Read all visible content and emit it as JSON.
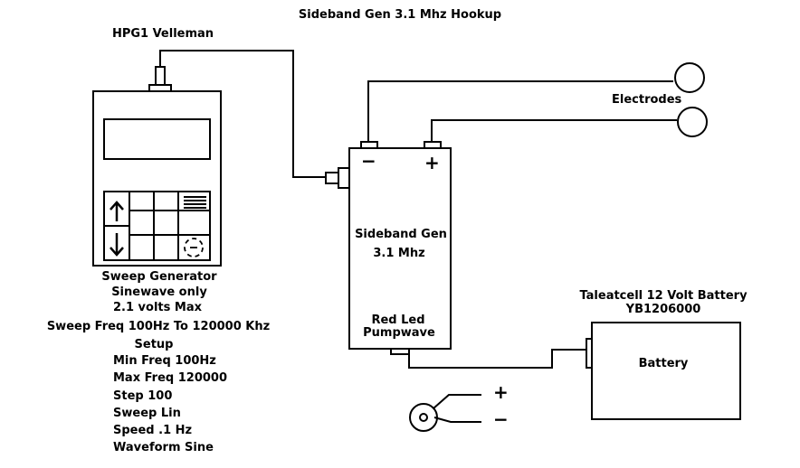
{
  "title": "Sideband Gen 3.1 Mhz Hookup",
  "generator": {
    "name": "HPG1 Velleman",
    "lines": [
      "Sweep Generator",
      "Sinewave only",
      "2.1 volts Max",
      "Sweep Freq 100Hz To 120000 Khz",
      "Setup"
    ],
    "setup": [
      "Min Freq 100Hz",
      "Max Freq 120000",
      "Step 100",
      "Sweep Lin",
      "Speed .1 Hz",
      "Waveform Sine"
    ],
    "icons": [
      "up-arrow-icon",
      "down-arrow-icon",
      "menu-lines-icon",
      "dashed-circle-icon"
    ]
  },
  "sideband": {
    "label1": "Sideband Gen",
    "label2": "3.1 Mhz",
    "led1": "Red Led",
    "led2": "Pumpwave",
    "minus": "−",
    "plus": "+"
  },
  "electrodes_label": "Electrodes",
  "battery": {
    "caption1": "Taleatcell 12 Volt Battery",
    "caption2": "YB1206000",
    "label": "Battery"
  },
  "jack": {
    "plus": "+",
    "minus": "−"
  }
}
